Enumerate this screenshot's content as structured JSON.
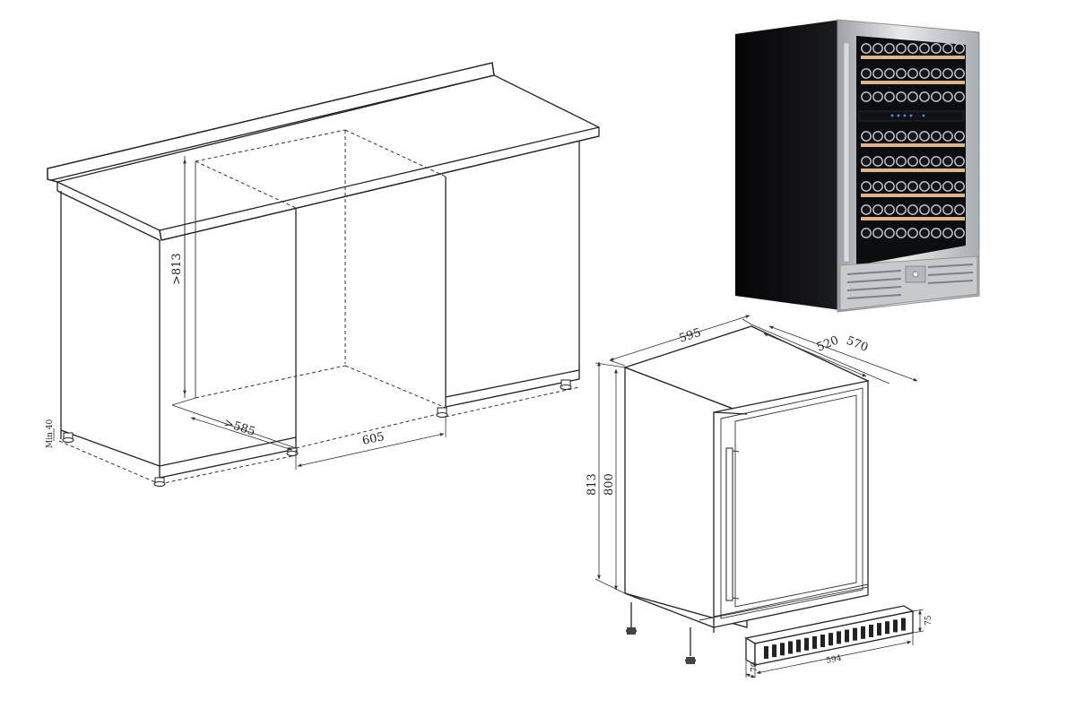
{
  "cabinet_drawing": {
    "height_label": ">813",
    "depth_label": ">585",
    "width_label": "605",
    "leg_label": "Min 40"
  },
  "fridge_drawing": {
    "width_label": "595",
    "depth_total_label": "570",
    "depth_body_label": "520",
    "height_total_label": "813",
    "height_body_label": "800"
  },
  "kickplate": {
    "height_label": "75",
    "width_label": "594",
    "depth_label": "70"
  },
  "photo": {
    "subject": "dual-zone wine cooler",
    "colors": {
      "body": "#0b0b0d",
      "frame": "#c9ccd0",
      "shelf": "#e2b48a",
      "display": "#2f7de0"
    }
  }
}
